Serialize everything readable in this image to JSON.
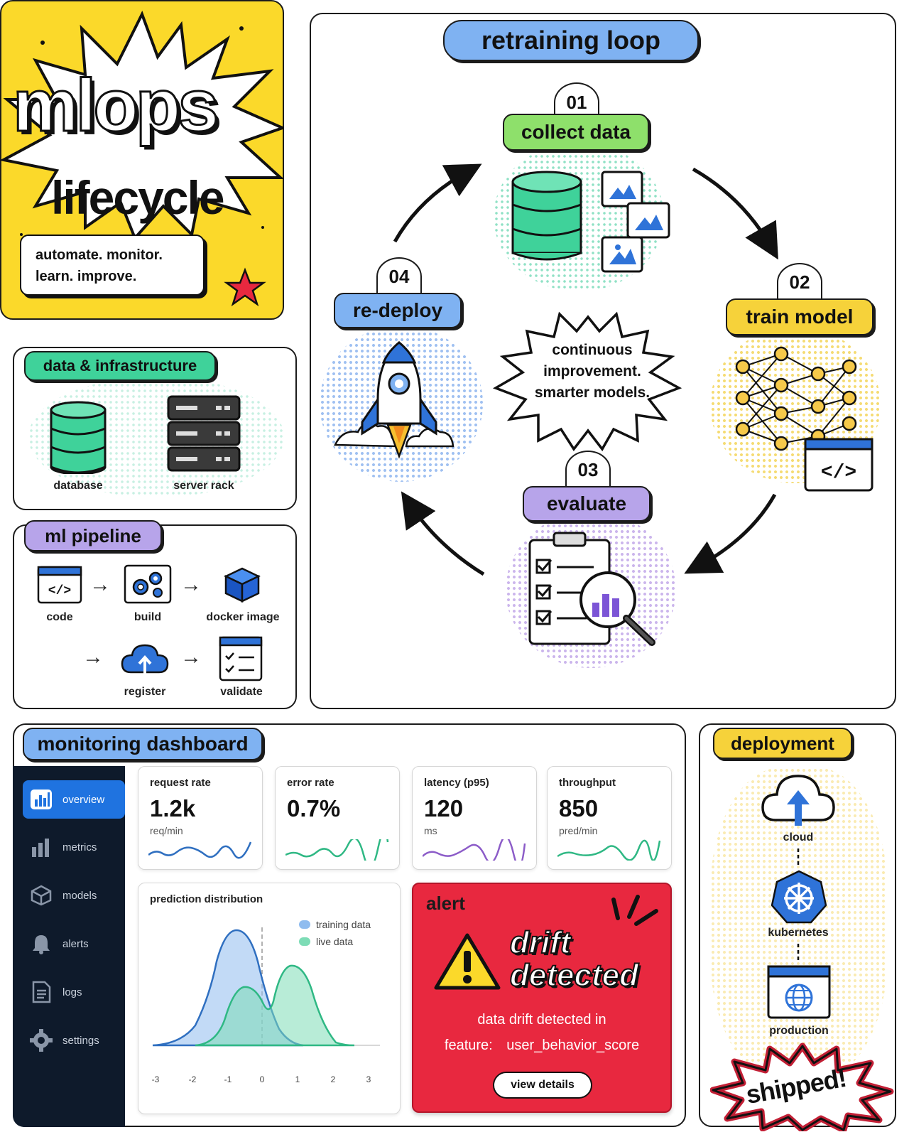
{
  "title": {
    "main": "mlops",
    "sub": "lifecycle",
    "tagline_1": "automate. monitor.",
    "tagline_2": "learn. improve."
  },
  "infra": {
    "header": "data & infrastructure",
    "items": [
      {
        "label": "database",
        "icon": "database-icon"
      },
      {
        "label": "server rack",
        "icon": "server-rack-icon"
      }
    ]
  },
  "pipeline": {
    "header": "ml pipeline",
    "steps": [
      "code",
      "build",
      "docker image",
      "register",
      "validate"
    ]
  },
  "loop": {
    "header": "retraining loop",
    "center": [
      "continuous",
      "improvement.",
      "smarter models."
    ],
    "stages": [
      {
        "num": "01",
        "label": "collect data",
        "color": "#8ee06b"
      },
      {
        "num": "02",
        "label": "train model",
        "color": "#f6d23a"
      },
      {
        "num": "03",
        "label": "evaluate",
        "color": "#b7a4ea"
      },
      {
        "num": "04",
        "label": "re-deploy",
        "color": "#7fb2f2"
      }
    ]
  },
  "dashboard": {
    "header": "monitoring dashboard",
    "nav": [
      "overview",
      "metrics",
      "models",
      "alerts",
      "logs",
      "settings"
    ],
    "stats": [
      {
        "title": "request rate",
        "value": "1.2k",
        "unit": "req/min",
        "color": "#2f6fc0"
      },
      {
        "title": "error rate",
        "value": "0.7%",
        "unit": "",
        "color": "#2fb884"
      },
      {
        "title": "latency (p95)",
        "value": "120",
        "unit": "ms",
        "color": "#8c5cc8"
      },
      {
        "title": "throughput",
        "value": "850",
        "unit": "pred/min",
        "color": "#2fb884"
      }
    ],
    "distribution": {
      "title": "prediction distribution",
      "legend": [
        "training data",
        "live data"
      ],
      "ticks": [
        "-3",
        "-2",
        "-1",
        "0",
        "1",
        "2",
        "3"
      ]
    },
    "alert": {
      "title": "alert",
      "headline_1": "drift",
      "headline_2": "detected",
      "line1": "data drift detected in",
      "feature_label": "feature:",
      "feature_name": "user_behavior_score",
      "button": "view details"
    }
  },
  "deployment": {
    "header": "deployment",
    "items": [
      "cloud",
      "kubernetes",
      "production"
    ],
    "badge": "shipped!"
  },
  "colors": {
    "yellow": "#fbd92a",
    "green": "#3fd29a",
    "blue": "#7fb2f2",
    "purple": "#b7a4ea",
    "alert_red": "#e8283f",
    "nav_dark": "#0e1a2b"
  }
}
